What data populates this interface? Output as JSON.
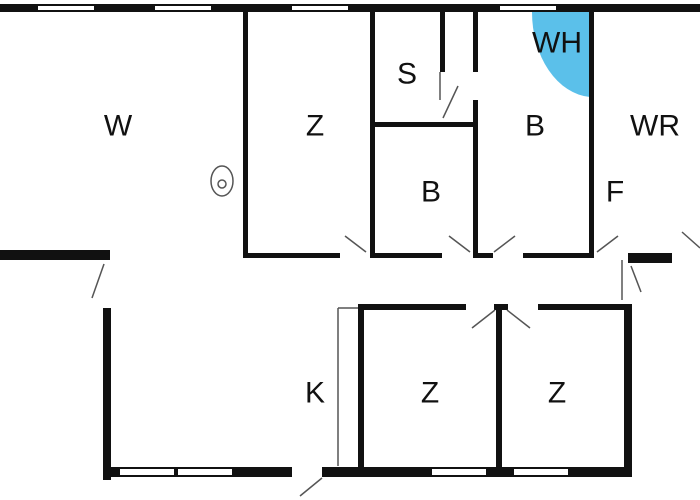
{
  "colors": {
    "wall": "#111111",
    "window": "#ffffff",
    "background": "#ffffff",
    "water_heater": "#5bc0ea",
    "door_swing": "#555555"
  },
  "rooms": {
    "living": "W",
    "bedroom_top_middle": "Z",
    "storage": "S",
    "bathroom_small": "B",
    "bathroom_large": "B",
    "water_heater": "WH",
    "utility": "WR",
    "fridge": "F",
    "kitchen": "K",
    "bedroom_bottom_left": "Z",
    "bedroom_bottom_right": "Z"
  },
  "icons": {
    "stove": "stove-icon",
    "water_heater": "water-heater-quarter-circle"
  }
}
